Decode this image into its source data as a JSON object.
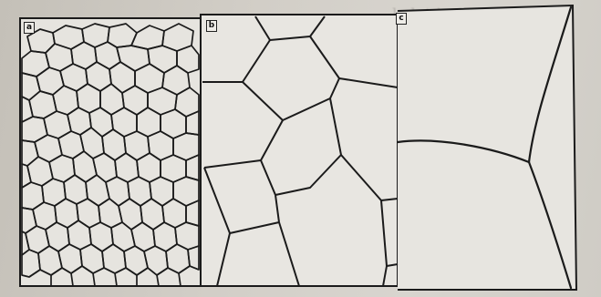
{
  "figure": {
    "panels": [
      {
        "id": "a",
        "label": "a"
      },
      {
        "id": "b",
        "label": "b"
      },
      {
        "id": "c",
        "label": "c"
      }
    ]
  },
  "colors": {
    "line": "#1b1b1b",
    "panel_fill": "#e9e7e2",
    "page": "#d2cec7"
  }
}
